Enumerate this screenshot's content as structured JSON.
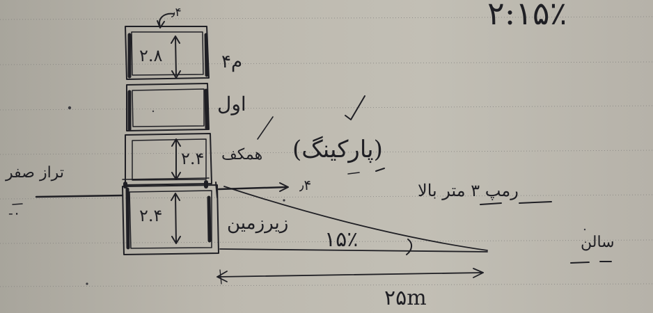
{
  "sketch": {
    "top_text": "۲:۱۵٪",
    "levels": [
      {
        "height": "۲.۸",
        "name": "۴م"
      },
      {
        "height": "",
        "name": "اول"
      },
      {
        "height": "۲.۴",
        "name": "همکف"
      },
      {
        "height": "۲.۴",
        "name": "زیرزمین"
      }
    ],
    "top_offset": "٫۴",
    "ground_offset": "٫۴",
    "ground_label": "تراز صفر",
    "ground_value": "-۰",
    "parking_label": "(پارکینگ)",
    "ramp_label": "رمپ ۳ متر بالا",
    "ramp_slope": "۱۵٪",
    "right_label": "سالن",
    "distance": "۲۵m"
  }
}
